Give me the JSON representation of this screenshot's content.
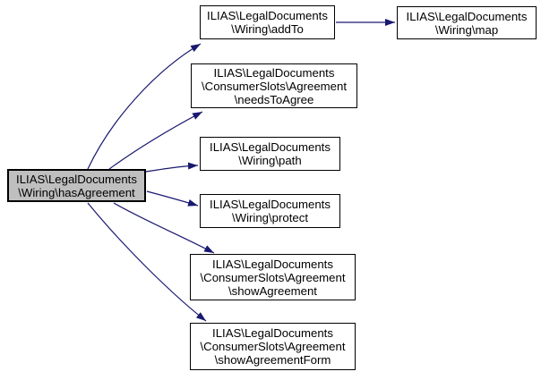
{
  "diagram": {
    "type": "call-graph",
    "background_color": "#ffffff",
    "edge_color": "#191970",
    "node_border_color": "#000000",
    "node_fill_color": "#ffffff",
    "highlighted_node_fill_color": "#bfbfbf",
    "nodes": {
      "hasAgreement": {
        "label": "ILIAS\\LegalDocuments\n\\Wiring\\hasAgreement",
        "highlighted": true
      },
      "addTo": {
        "label": "ILIAS\\LegalDocuments\n\\Wiring\\addTo",
        "highlighted": false
      },
      "map": {
        "label": "ILIAS\\LegalDocuments\n\\Wiring\\map",
        "highlighted": false
      },
      "needsToAgree": {
        "label": "ILIAS\\LegalDocuments\n\\ConsumerSlots\\Agreement\n\\needsToAgree",
        "highlighted": false
      },
      "path": {
        "label": "ILIAS\\LegalDocuments\n\\Wiring\\path",
        "highlighted": false
      },
      "protect": {
        "label": "ILIAS\\LegalDocuments\n\\Wiring\\protect",
        "highlighted": false
      },
      "showAgreement": {
        "label": "ILIAS\\LegalDocuments\n\\ConsumerSlots\\Agreement\n\\showAgreement",
        "highlighted": false
      },
      "showAgreementForm": {
        "label": "ILIAS\\LegalDocuments\n\\ConsumerSlots\\Agreement\n\\showAgreementForm",
        "highlighted": false
      }
    },
    "edges": [
      {
        "from": "ILIAS\\LegalDocuments\\Wiring\\hasAgreement",
        "to": "ILIAS\\LegalDocuments\\Wiring\\addTo"
      },
      {
        "from": "ILIAS\\LegalDocuments\\Wiring\\hasAgreement",
        "to": "ILIAS\\LegalDocuments\\ConsumerSlots\\Agreement\\needsToAgree"
      },
      {
        "from": "ILIAS\\LegalDocuments\\Wiring\\hasAgreement",
        "to": "ILIAS\\LegalDocuments\\Wiring\\path"
      },
      {
        "from": "ILIAS\\LegalDocuments\\Wiring\\hasAgreement",
        "to": "ILIAS\\LegalDocuments\\Wiring\\protect"
      },
      {
        "from": "ILIAS\\LegalDocuments\\Wiring\\hasAgreement",
        "to": "ILIAS\\LegalDocuments\\ConsumerSlots\\Agreement\\showAgreement"
      },
      {
        "from": "ILIAS\\LegalDocuments\\Wiring\\hasAgreement",
        "to": "ILIAS\\LegalDocuments\\ConsumerSlots\\Agreement\\showAgreementForm"
      },
      {
        "from": "ILIAS\\LegalDocuments\\Wiring\\addTo",
        "to": "ILIAS\\LegalDocuments\\Wiring\\map"
      }
    ]
  }
}
